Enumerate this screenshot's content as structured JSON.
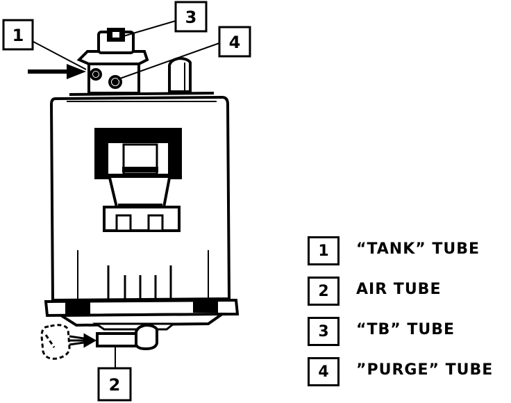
{
  "callouts": [
    {
      "id": "1"
    },
    {
      "id": "2"
    },
    {
      "id": "3"
    },
    {
      "id": "4"
    }
  ],
  "legend": [
    {
      "number": "1",
      "label": "“TANK” TUBE"
    },
    {
      "number": "2",
      "label": "AIR TUBE"
    },
    {
      "number": "3",
      "label": "“TB” TUBE"
    },
    {
      "number": "4",
      "label": "”PURGE” TUBE"
    }
  ],
  "colors": {
    "line": "#000000",
    "background": "#ffffff"
  }
}
